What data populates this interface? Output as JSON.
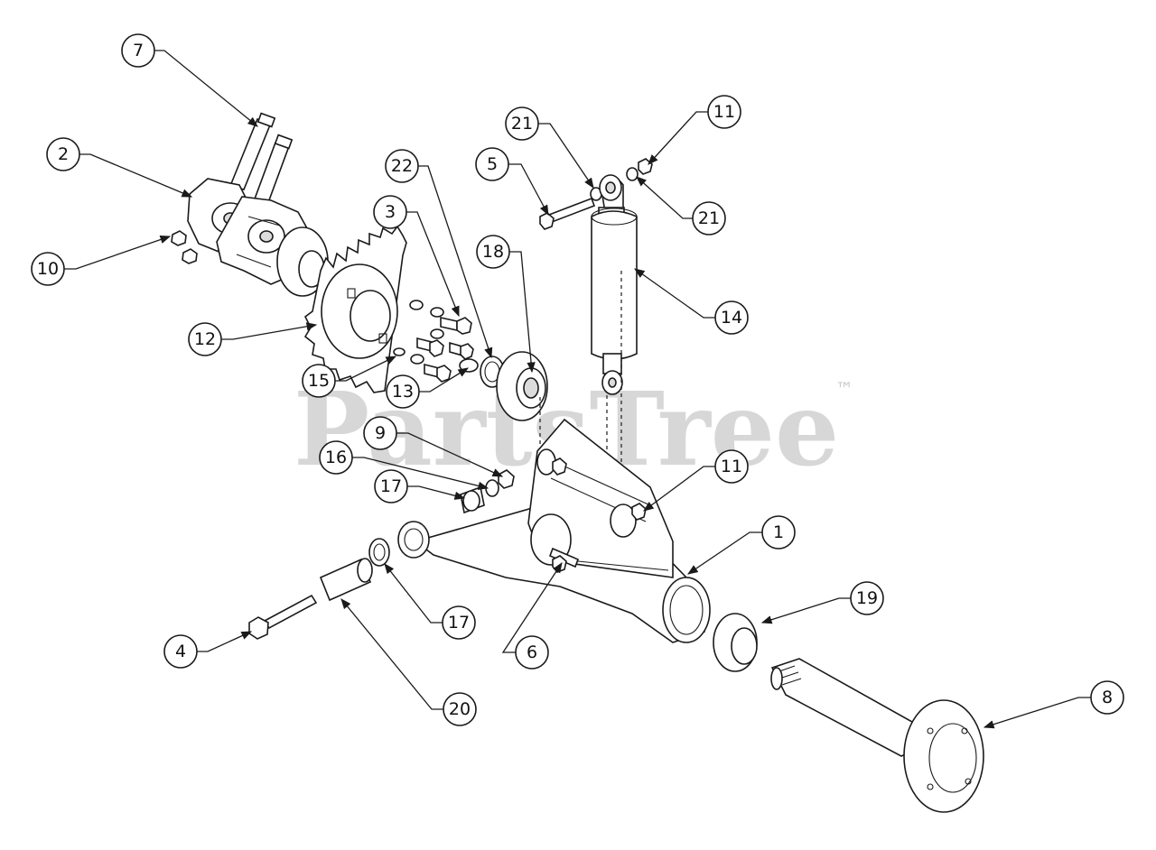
{
  "watermark": {
    "text": "PartsTree",
    "trademark": "™"
  },
  "callouts": {
    "c1": "1",
    "c2": "2",
    "c3": "3",
    "c4": "4",
    "c5": "5",
    "c6": "6",
    "c7": "7",
    "c8": "8",
    "c9": "9",
    "c10": "10",
    "c11a": "11",
    "c11b": "11",
    "c12": "12",
    "c13": "13",
    "c14": "14",
    "c15": "15",
    "c16": "16",
    "c17a": "17",
    "c17b": "17",
    "c18": "18",
    "c19": "19",
    "c20": "20",
    "c21a": "21",
    "c21b": "21",
    "c22": "22"
  },
  "colors": {
    "line": "#1a1a1a",
    "watermark": "#c9c9c9",
    "background": "#ffffff"
  }
}
